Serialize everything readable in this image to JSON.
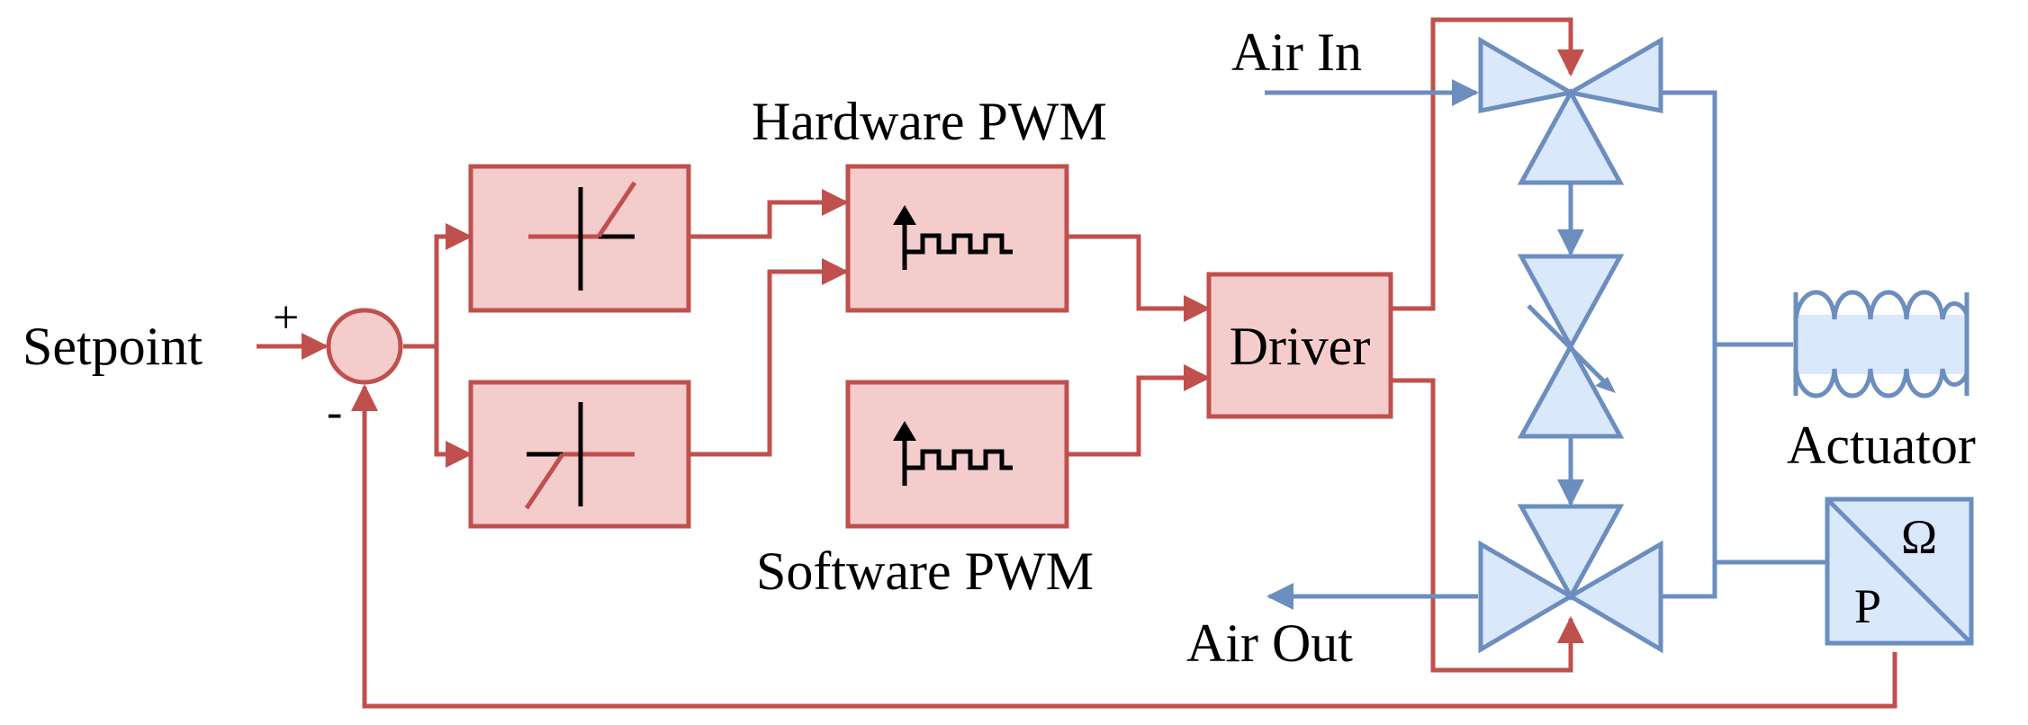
{
  "labels": {
    "setpoint": "Setpoint",
    "plus": "+",
    "minus": "-",
    "hardware_pwm": "Hardware PWM",
    "software_pwm": "Software PWM",
    "driver": "Driver",
    "air_in": "Air In",
    "air_out": "Air Out",
    "actuator": "Actuator",
    "sensor_p": "P",
    "sensor_omega": "Ω"
  },
  "colors": {
    "control_stroke": "#c0504d",
    "control_fill": "#f5cccc",
    "pneumatic_stroke": "#6c8ebf",
    "pneumatic_fill": "#dae8fc",
    "glyph": "#000000"
  }
}
